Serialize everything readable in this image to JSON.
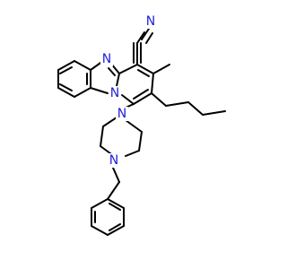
{
  "structure": {
    "atoms": {
      "n_imidazole": {
        "symbol": "N",
        "color": "#1f1fdc"
      },
      "n_nitrile": {
        "symbol": "N",
        "color": "#1f1fdc"
      },
      "n_bridge": {
        "symbol": "N",
        "color": "#1f1fdc"
      },
      "n_piperazine_top": {
        "symbol": "N",
        "color": "#1f1fdc"
      },
      "n_piperazine_bottom": {
        "symbol": "N",
        "color": "#1f1fdc"
      }
    },
    "bond_color": "#000000",
    "background": "#ffffff"
  }
}
